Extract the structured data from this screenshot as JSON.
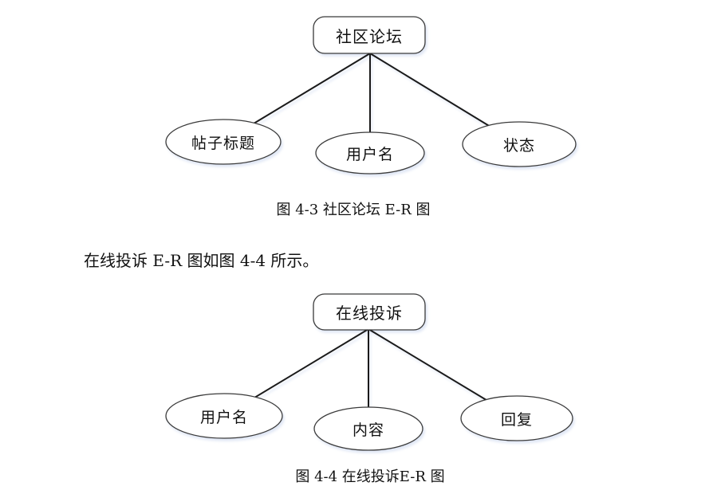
{
  "diagram1": {
    "entity": "社区论坛",
    "attributes": [
      "帖子标题",
      "用户名",
      "状态"
    ],
    "caption": "图 4-3 社区论坛 E-R 图"
  },
  "paragraph": "在线投诉 E-R 图如图 4-4 所示。",
  "diagram2": {
    "entity": "在线投诉",
    "attributes": [
      "用户名",
      "内容",
      "回复"
    ],
    "caption": "图 4-4 在线投诉E-R 图"
  },
  "colors": {
    "background": "#ffffff",
    "connector_line": "#1a1a1a",
    "shape_stroke": "#3a3a3a",
    "text": "#111111"
  }
}
